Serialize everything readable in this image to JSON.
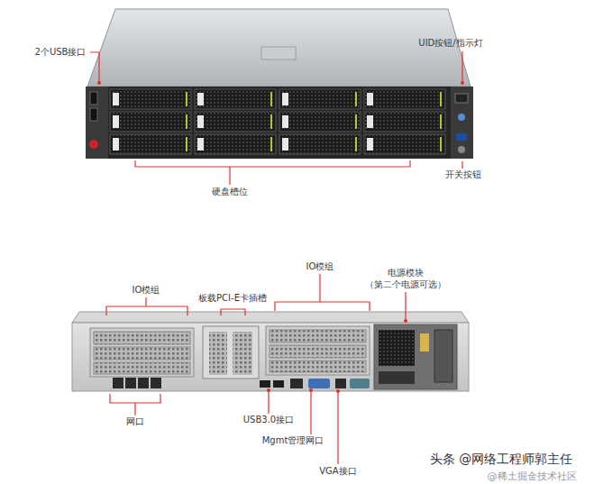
{
  "diagram": {
    "labels": [
      "2个USB接口",
      "UID按钮/指示灯",
      "硬盘槽位",
      "开关按钮",
      "IO模组",
      "板载PCI-E卡插槽",
      "IO模组",
      "电源模块 （第二个电源可选）",
      "网口",
      "USB3.0接口",
      "Mgmt管理网口",
      "VGA接口",
      "头条 @网络工程师郭主任",
      "@稀土掘金技术社区"
    ]
  }
}
